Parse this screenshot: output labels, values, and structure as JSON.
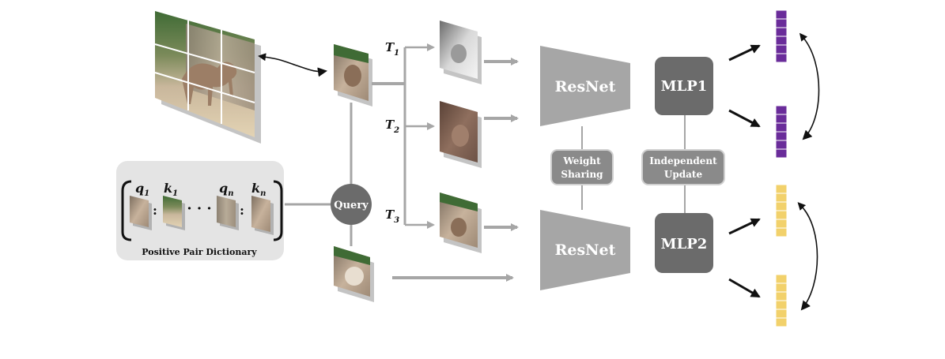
{
  "diagram": {
    "transforms": [
      {
        "letter": "T",
        "index": "1"
      },
      {
        "letter": "T",
        "index": "2"
      },
      {
        "letter": "T",
        "index": "3"
      }
    ],
    "encoders": {
      "top": "ResNet",
      "bottom": "ResNet",
      "shared_label_line1": "Weight",
      "shared_label_line2": "Sharing"
    },
    "heads": {
      "top": "MLP1",
      "bottom": "MLP2",
      "update_label_line1": "Independent",
      "update_label_line2": "Update"
    },
    "query_label": "Query",
    "dictionary": {
      "caption": "Positive Pair Dictionary",
      "q1": "q",
      "q1_sub": "1",
      "k1": "k",
      "k1_sub": "1",
      "qn": "q",
      "qn_sub": "n",
      "kn": "k",
      "kn_sub": "n",
      "ellipsis": "· · ·"
    },
    "colors": {
      "arrow_gray": "#a6a6a6",
      "resnet_fill": "#a6a6a6",
      "mlp_fill": "#6b6b6b",
      "label_box_fill": "#7f7f7f",
      "purple": "#6a2c9a",
      "yellow": "#f2d16b",
      "dictionary_bg": "#e4e4e4"
    }
  }
}
